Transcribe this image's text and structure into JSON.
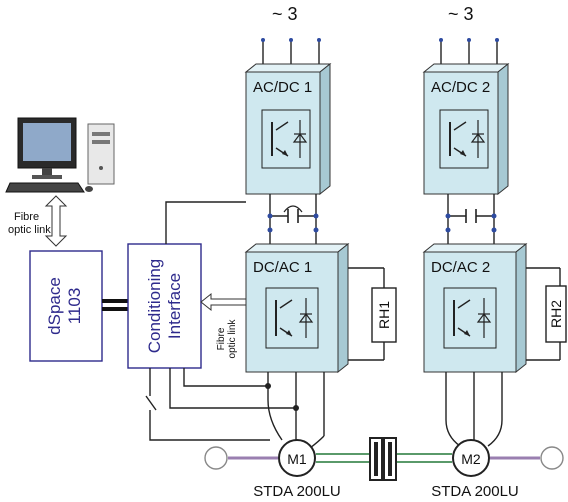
{
  "supply": {
    "left": "~ 3",
    "right": "~ 3"
  },
  "converters": {
    "acdc1": "AC/DC 1",
    "acdc2": "AC/DC 2",
    "dcac1": "DC/AC 1",
    "dcac2": "DC/AC 2"
  },
  "resistors": {
    "rh1": "RH1",
    "rh2": "RH2"
  },
  "dspace": {
    "line1": "dSpace",
    "line2": "1103"
  },
  "conditioning": {
    "line1": "Conditioning",
    "line2": "Interface"
  },
  "fibre_top": {
    "line1": "Fibre",
    "line2": "optic link"
  },
  "fibre_side": {
    "line1": "Fibre",
    "line2": "optic link"
  },
  "motors": {
    "m1": "M1",
    "m2": "M2"
  },
  "motor_labels": {
    "m1": "STDA 200LU",
    "m2": "STDA 200LU"
  },
  "colors": {
    "block_face": "#cfe8ef",
    "block_side": "#a7c9d3",
    "interface_border": "#2e2a8c",
    "shaft": "#5a9a6a",
    "shaft_end": "#9a7fb0"
  }
}
